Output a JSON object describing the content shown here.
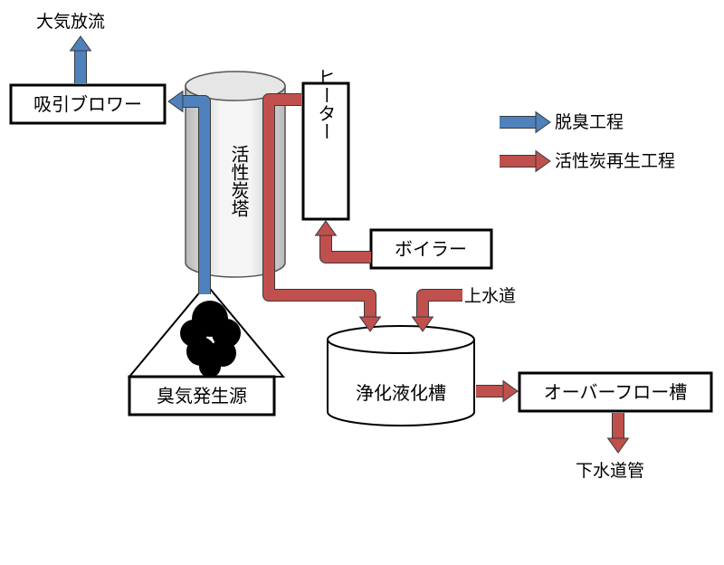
{
  "labels": {
    "exhaust": "大気放流",
    "blower": "吸引ブロワー",
    "carbon_tower": "活性炭塔",
    "heater": "ヒーター",
    "boiler": "ボイラー",
    "water_supply": "上水道",
    "odor_source": "臭気発生源",
    "purification_tank": "浄化液化槽",
    "overflow_tank": "オーバーフロー槽",
    "sewer_pipe": "下水道管"
  },
  "legend": {
    "deodorization": "脱臭工程",
    "regeneration": "活性炭再生工程"
  },
  "colors": {
    "deodorization": "#4f81bd",
    "regeneration": "#c0504d",
    "cylinder_light": "#f2f2f2",
    "cylinder_dark": "#c8c8c8"
  }
}
